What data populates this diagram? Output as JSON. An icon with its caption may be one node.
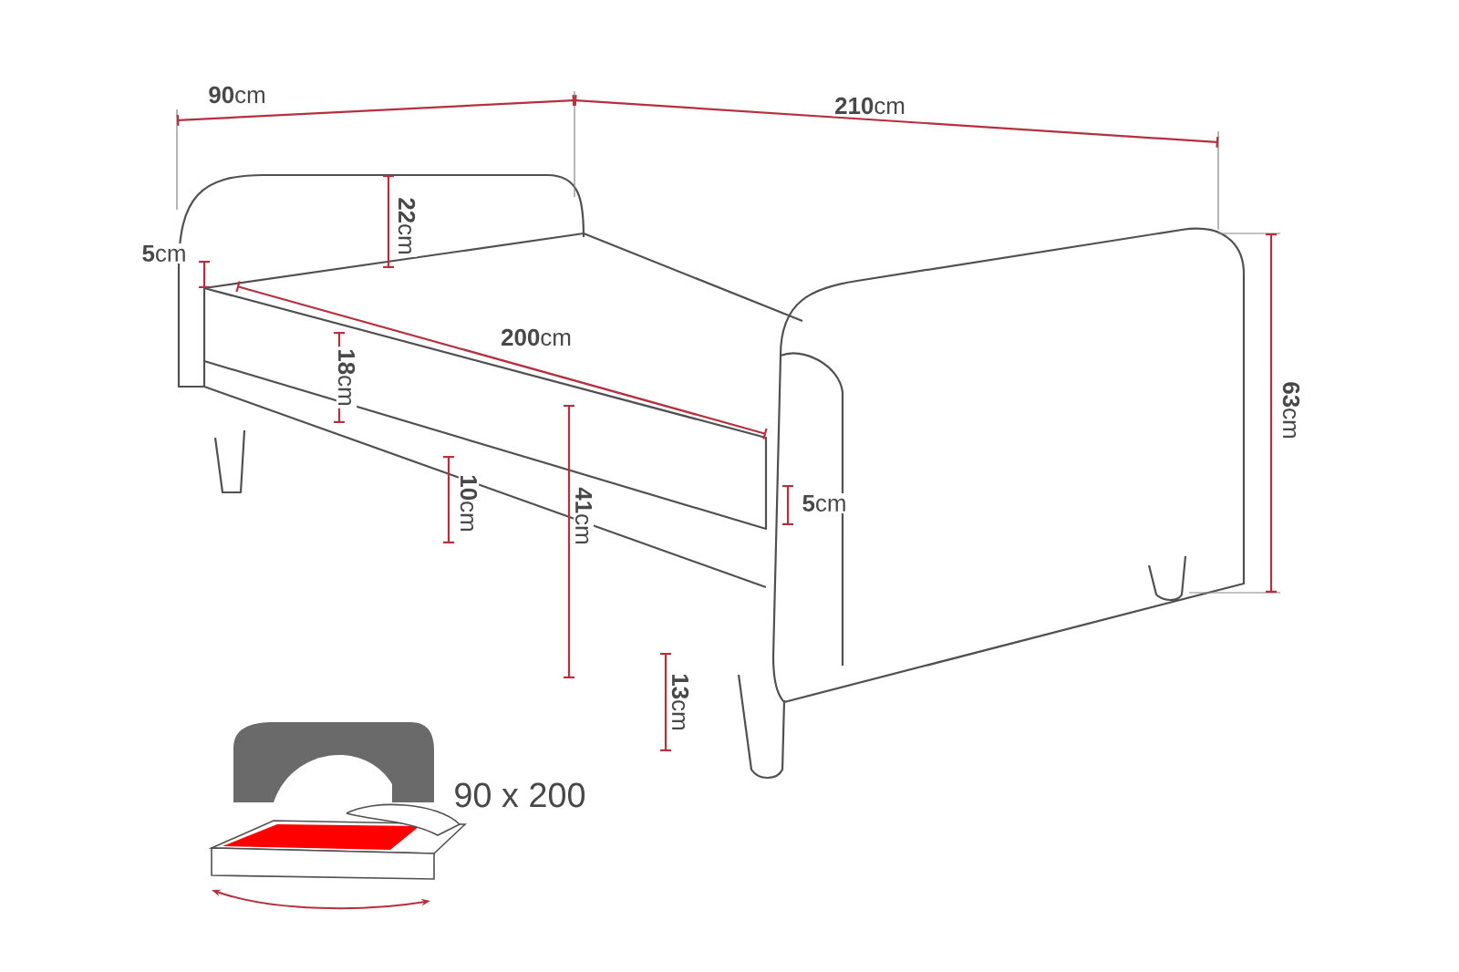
{
  "diagram": {
    "labels": [
      "**90**cm",
      "**210**cm",
      "**22**cm",
      "**5**cm",
      "**200**cm",
      "**18**cm",
      "**63**cm",
      "**10**cm",
      "**41**cm",
      "**5**cm",
      "**13**cm",
      "90 x 200"
    ]
  }
}
